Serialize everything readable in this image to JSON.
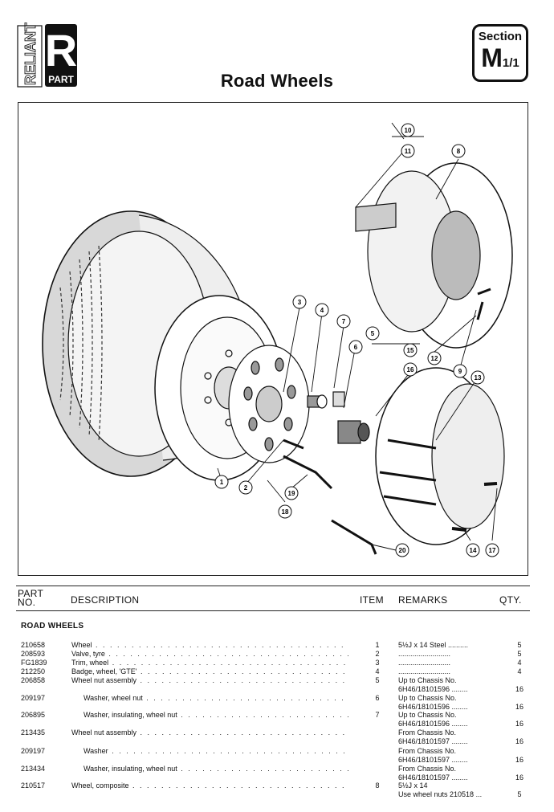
{
  "header": {
    "brand_logo_text": "RELIANT",
    "logo_letter": "R",
    "logo_part": "PART",
    "section_label": "Section",
    "section_code_main": "M",
    "section_code_sub": "1/1",
    "title": "Road Wheels"
  },
  "diagram": {
    "callouts": [
      "1",
      "2",
      "3",
      "4",
      "5",
      "6",
      "7",
      "8",
      "9",
      "10",
      "11",
      "12",
      "13",
      "14",
      "15",
      "16",
      "17",
      "18",
      "19",
      "20"
    ]
  },
  "table": {
    "columns": {
      "part_no": "PART NO.",
      "part_no_line1": "PART",
      "part_no_line2": "NO.",
      "description": "DESCRIPTION",
      "item": "ITEM",
      "remarks": "REMARKS",
      "qty": "QTY."
    },
    "section": "ROAD WHEELS",
    "rows": [
      {
        "part_no": "210658",
        "description": "Wheel",
        "item": "1",
        "remarks": [
          "5½J x 14 Steel .........."
        ],
        "qty": "5"
      },
      {
        "part_no": "208593",
        "description": "Valve, tyre",
        "item": "2",
        "remarks": [
          ".........................."
        ],
        "qty": "5"
      },
      {
        "part_no": "FG1839",
        "description": "Trim, wheel",
        "item": "3",
        "remarks": [
          ".........................."
        ],
        "qty": "4"
      },
      {
        "part_no": "212250",
        "description": "Badge, wheel, 'GTE'",
        "item": "4",
        "remarks": [
          ".........................."
        ],
        "qty": "4"
      },
      {
        "part_no": "206858",
        "description": "Wheel nut assembly",
        "item": "5",
        "remarks": [
          "Up to Chassis No.",
          "6H46/18101596 ........"
        ],
        "qty": "16"
      },
      {
        "part_no": "209197",
        "description": "Washer, wheel nut",
        "item": "6",
        "remarks": [
          "Up to Chassis No.",
          "6H46/18101596 ........"
        ],
        "qty": "16"
      },
      {
        "part_no": "206895",
        "description": "Washer, insulating, wheel nut",
        "item": "7",
        "remarks": [
          "Up to Chassis No.",
          "6H46/18101596 ........"
        ],
        "qty": "16"
      },
      {
        "part_no": "213435",
        "description": "Wheel nut assembly",
        "item": "",
        "remarks": [
          "From Chassis No.",
          "6H46/18101597 ........"
        ],
        "qty": "16"
      },
      {
        "part_no": "209197",
        "description": "Washer",
        "item": "",
        "remarks": [
          "From Chassis No.",
          "6H46/18101597 ........"
        ],
        "qty": "16"
      },
      {
        "part_no": "213434",
        "description": "Washer, insulating, wheel nut",
        "item": "",
        "remarks": [
          "From Chassis No.",
          "6H46/18101597 ........"
        ],
        "qty": "16"
      },
      {
        "part_no": "210517",
        "description": "Wheel, composite",
        "item": "8",
        "remarks": [
          "5½J x 14",
          "Use wheel nuts 210518 ..."
        ],
        "qty": "5"
      }
    ]
  }
}
